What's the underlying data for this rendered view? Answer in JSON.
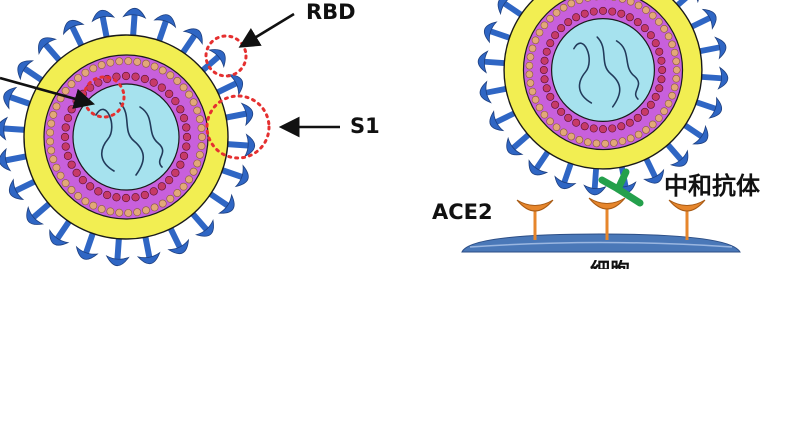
{
  "labels": {
    "rbd": "RBD",
    "s1": "S1",
    "ace2": "ACE2",
    "neutralizing_antibody": "中和抗体",
    "cell": "细胞"
  },
  "colors": {
    "spike": "#2f66c4",
    "envelope": "#f2ee52",
    "membrane": "#c860dc",
    "lipid_bead": "#e2a878",
    "protein_bead": "#c63a68",
    "core": "#a6e2ee",
    "rna": "#223a5a",
    "outline": "#1a1a1a",
    "highlight_circle": "#e53030",
    "receptor": "#e6862c",
    "antibody": "#24a04c",
    "cell_membrane": "#4a78b8"
  }
}
